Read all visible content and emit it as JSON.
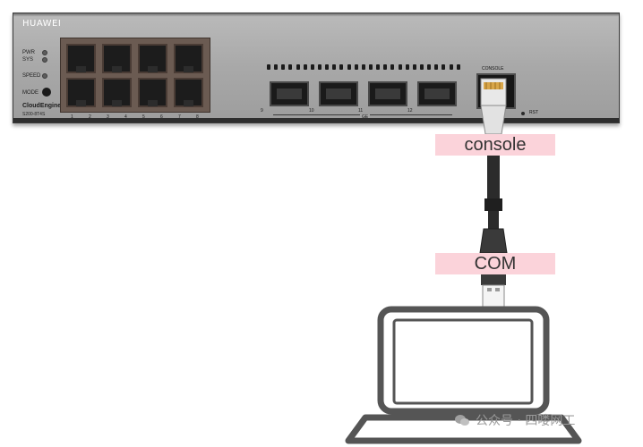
{
  "switch": {
    "brand": "HUAWEI",
    "led_labels": [
      "PWR",
      "SYS",
      "SPEED"
    ],
    "mode_label": "MODE",
    "series": "CloudEngine",
    "model": "S200-8T4S",
    "rj45_port_numbers": [
      "1",
      "2",
      "3",
      "4",
      "5",
      "6",
      "7",
      "8"
    ],
    "sfp_port_numbers": [
      "9",
      "10",
      "11",
      "12"
    ],
    "ge_label": "GE",
    "console_label": "CONSOLE",
    "rst_label": "RST"
  },
  "cable": {
    "top_label": "console",
    "bottom_label": "COM"
  },
  "watermark": {
    "text": "公众号 · 四喽网工"
  },
  "colors": {
    "label_bg": "#fbd3da",
    "label_text": "#333333",
    "chassis": "#a8a8a8",
    "laptop_outline": "#555555"
  },
  "icons": [
    "rj45-connector-icon",
    "usb-connector-icon",
    "laptop-icon",
    "wechat-icon"
  ]
}
